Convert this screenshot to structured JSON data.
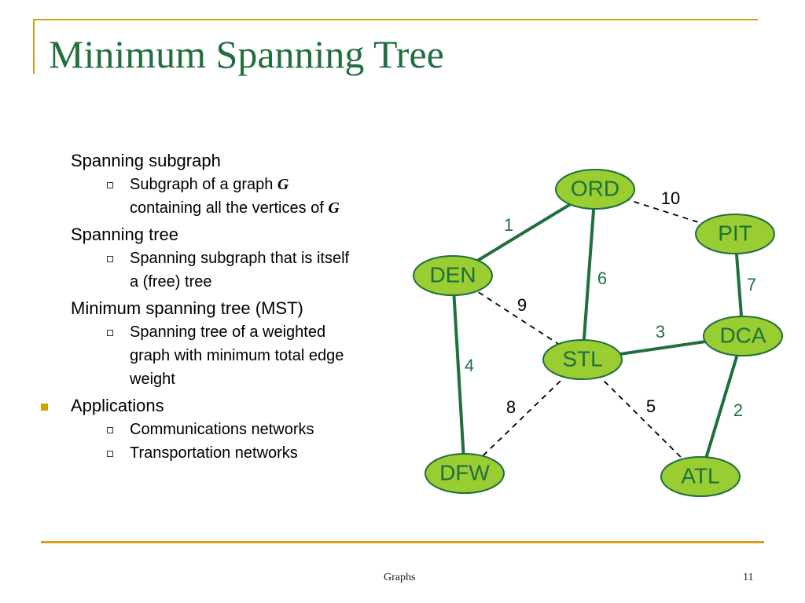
{
  "slide": {
    "title": "Minimum Spanning Tree",
    "footer_left": "Graphs",
    "page_number": "11"
  },
  "bullets": {
    "spanning_subgraph": "Spanning subgraph",
    "spanning_subgraph_sub_line1": "Subgraph of a graph ",
    "spanning_subgraph_sub_line1_g": "G",
    "spanning_subgraph_sub_line2": "containing all the vertices of ",
    "spanning_subgraph_sub_line2_g": "G",
    "spanning_tree": "Spanning tree",
    "spanning_tree_sub_line1": "Spanning subgraph that is itself",
    "spanning_tree_sub_line2": "a (free) tree",
    "mst": "Minimum spanning tree (MST)",
    "mst_sub_line1": "Spanning tree of a weighted",
    "mst_sub_line2": "graph with minimum total edge",
    "mst_sub_line3": "weight",
    "applications": "Applications",
    "app_item1": "Communications networks",
    "app_item2": "Transportation networks"
  },
  "graph": {
    "nodes": [
      {
        "id": "ORD",
        "label": "ORD"
      },
      {
        "id": "PIT",
        "label": "PIT"
      },
      {
        "id": "DEN",
        "label": "DEN"
      },
      {
        "id": "DCA",
        "label": "DCA"
      },
      {
        "id": "STL",
        "label": "STL"
      },
      {
        "id": "DFW",
        "label": "DFW"
      },
      {
        "id": "ATL",
        "label": "ATL"
      }
    ],
    "edges": [
      {
        "from": "DEN",
        "to": "ORD",
        "weight": "1",
        "in_tree": true
      },
      {
        "from": "ORD",
        "to": "PIT",
        "weight": "10",
        "in_tree": false
      },
      {
        "from": "ORD",
        "to": "STL",
        "weight": "6",
        "in_tree": true
      },
      {
        "from": "PIT",
        "to": "DCA",
        "weight": "7",
        "in_tree": true
      },
      {
        "from": "DEN",
        "to": "STL",
        "weight": "9",
        "in_tree": false
      },
      {
        "from": "STL",
        "to": "DCA",
        "weight": "3",
        "in_tree": true
      },
      {
        "from": "DEN",
        "to": "DFW",
        "weight": "4",
        "in_tree": true
      },
      {
        "from": "STL",
        "to": "DFW",
        "weight": "8",
        "in_tree": false
      },
      {
        "from": "STL",
        "to": "ATL",
        "weight": "5",
        "in_tree": false
      },
      {
        "from": "DCA",
        "to": "ATL",
        "weight": "2",
        "in_tree": true
      }
    ],
    "colors": {
      "node_fill": "#9acd32",
      "node_stroke": "#1f6f3f",
      "node_text": "#1f6f3f",
      "tree_edge": "#1f6f3f",
      "non_tree_edge": "#000000",
      "tree_weight_text": "#1f6f3f",
      "non_tree_weight_text": "#000000"
    }
  },
  "colors": {
    "title": "#1f6f3f",
    "frame": "#d4a017",
    "bullet_gold": "#c8a400"
  }
}
